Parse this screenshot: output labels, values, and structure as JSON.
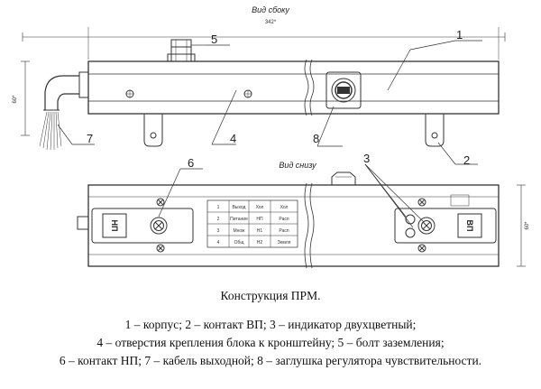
{
  "views": {
    "side": "Вид сбоку",
    "bottom": "Вид снизу"
  },
  "dimensions": {
    "length": "342*",
    "height_side": "60*",
    "height_bottom": "60*"
  },
  "callouts": [
    "1",
    "2",
    "3",
    "4",
    "5",
    "6",
    "7",
    "8"
  ],
  "plates": {
    "left": "НП",
    "right": "ВП"
  },
  "table_rows": [
    [
      "1",
      "Выход",
      "Хол",
      "Хол"
    ],
    [
      "2",
      "Питание",
      "НП",
      "Расп"
    ],
    [
      "3",
      "Множ",
      "Н1",
      "Расп"
    ],
    [
      "4",
      "Общ",
      "Н2",
      "Земля"
    ]
  ],
  "caption": {
    "title": "Конструкция ПРМ.",
    "line1": "1 – корпус; 2 – контакт ВП; 3 – индикатор двухцветный;",
    "line2": "4 – отверстия крепления блока к кронштейну; 5 – болт заземления;",
    "line3": "6 – контакт НП; 7 – кабель выходной; 8 – заглушка регулятора чувствительности."
  },
  "colors": {
    "line": "#333333",
    "text": "#111111",
    "background": "#ffffff"
  }
}
